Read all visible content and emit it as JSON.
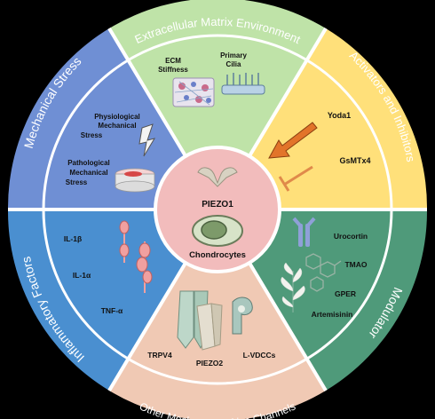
{
  "center": {
    "title": "PIEZO1",
    "subtitle": "Chondrocytes"
  },
  "sectors": {
    "ecm": {
      "title": "Extracellular Matrix Environment",
      "items": [
        "ECM",
        "Stiffness",
        "Primary",
        "Cilia"
      ]
    },
    "activators": {
      "title": "Activators and Inhibitors",
      "items": [
        "Yoda1",
        "GsMTx4"
      ]
    },
    "modulator": {
      "title": "Modulator",
      "items": [
        "Urocortin",
        "TMAO",
        "GPER",
        "Artemisinin"
      ]
    },
    "channels": {
      "title": "Other Mechanosensitive Channels",
      "items": [
        "TRPV4",
        "PIEZO2",
        "L-VDCCs"
      ]
    },
    "inflammatory": {
      "title": "Inflammatory Factors",
      "items": [
        "IL-1β",
        "IL-1α",
        "TNF-α"
      ]
    },
    "mechanical": {
      "title": "Mechanical Stress",
      "items": [
        "Physiological",
        "Mechanical",
        "Stress",
        "Pathological",
        "Mechanical",
        "Stress"
      ]
    }
  },
  "colors": {
    "ecm": "#bfe3a8",
    "activators": "#ffe07a",
    "modulator": "#4f9a7a",
    "channels": "#f0c9b4",
    "inflammatory": "#4a8fd0",
    "mechanical": "#6f8fd4",
    "center": "#f2bcbc"
  },
  "icons": [
    "ecm-stiffness-icon",
    "primary-cilia-icon",
    "lightning-icon",
    "cartilage-pad-icon",
    "activator-arrow-icon",
    "inhibitor-bar-icon",
    "receptor-icon",
    "molecule-icon",
    "plant-icon",
    "cytokine-icon",
    "channel-icon",
    "piezo-trimer-icon",
    "chondrocyte-icon"
  ]
}
